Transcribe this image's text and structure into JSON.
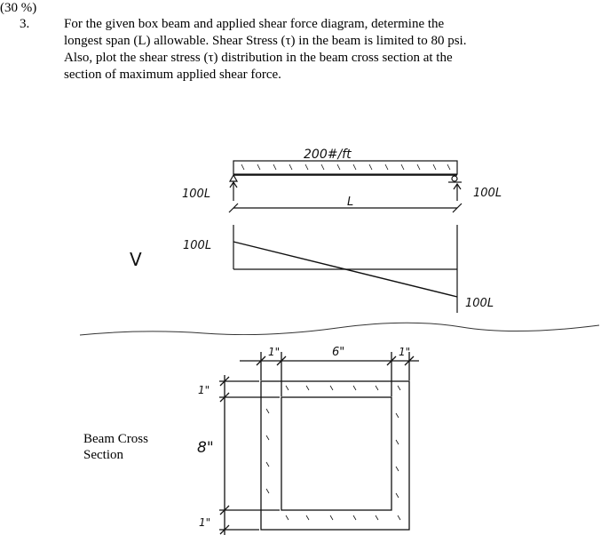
{
  "problem": {
    "weight": "(30 %)",
    "number": "3.",
    "lines": [
      "For the given box beam and applied shear force diagram, determine the",
      "longest span (L) allowable.  Shear Stress (τ) in the beam is limited to 80 psi.",
      "Also, plot the shear stress (τ) distribution in the beam cross section at the",
      "section of maximum applied shear force."
    ]
  },
  "beam_sketch": {
    "load_label": "200#/ft",
    "left_reaction": "100L",
    "right_reaction": "100L",
    "span_label": "L"
  },
  "shear_diagram": {
    "axis_label": "V",
    "top_value": "100L",
    "bottom_value": "100L"
  },
  "cross_section": {
    "caption_line1": "Beam Cross",
    "caption_line2": "Section",
    "left_wall": "1\"",
    "inner_width": "6\"",
    "right_wall": "1\"",
    "top_wall": "1\"",
    "height": "8\"",
    "bottom_wall": "1\""
  }
}
